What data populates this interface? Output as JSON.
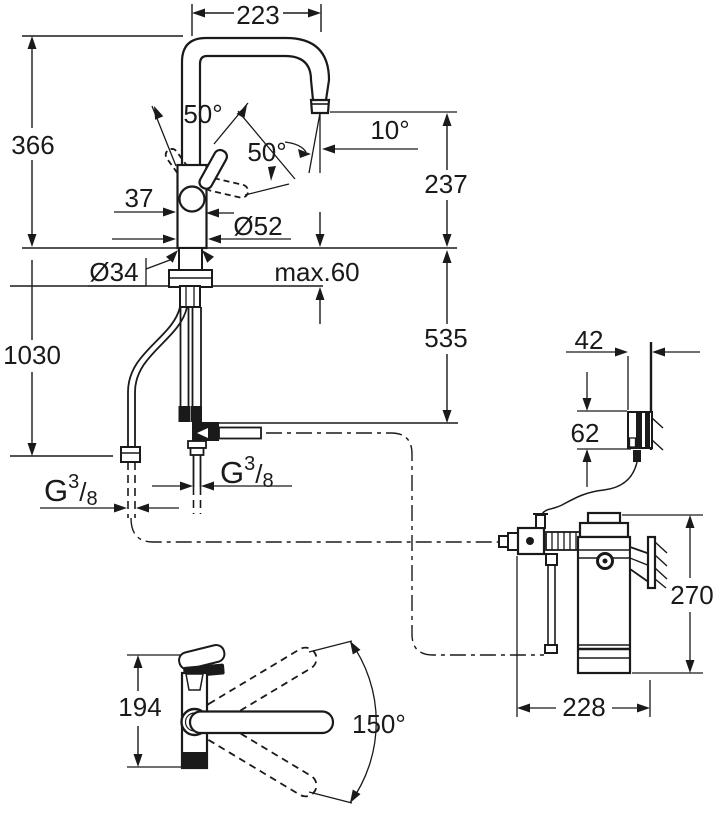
{
  "colors": {
    "ink": "#1a1a1a",
    "background": "#ffffff"
  },
  "side_view": {
    "spout_reach": "223",
    "height_above_counter": "366",
    "outlet_height": "237",
    "under_counter_depth": "535",
    "total_height": "1030",
    "lever_angle_up": "50°",
    "lever_angle_down": "50°",
    "outlet_tilt": "10°",
    "handle_width": "37",
    "body_diameter": "Ø52",
    "hole_diameter": "Ø34",
    "counter_thickness": "max.60"
  },
  "threads": {
    "left": {
      "letter": "G",
      "sup": "3",
      "slash": "/",
      "sub": "8"
    },
    "center": {
      "letter": "G",
      "sup": "3",
      "slash": "/",
      "sub": "8"
    }
  },
  "control_box": {
    "width": "42",
    "height": "62"
  },
  "filter": {
    "height": "270",
    "width": "228"
  },
  "top_view": {
    "depth": "194",
    "swivel": "150°"
  }
}
